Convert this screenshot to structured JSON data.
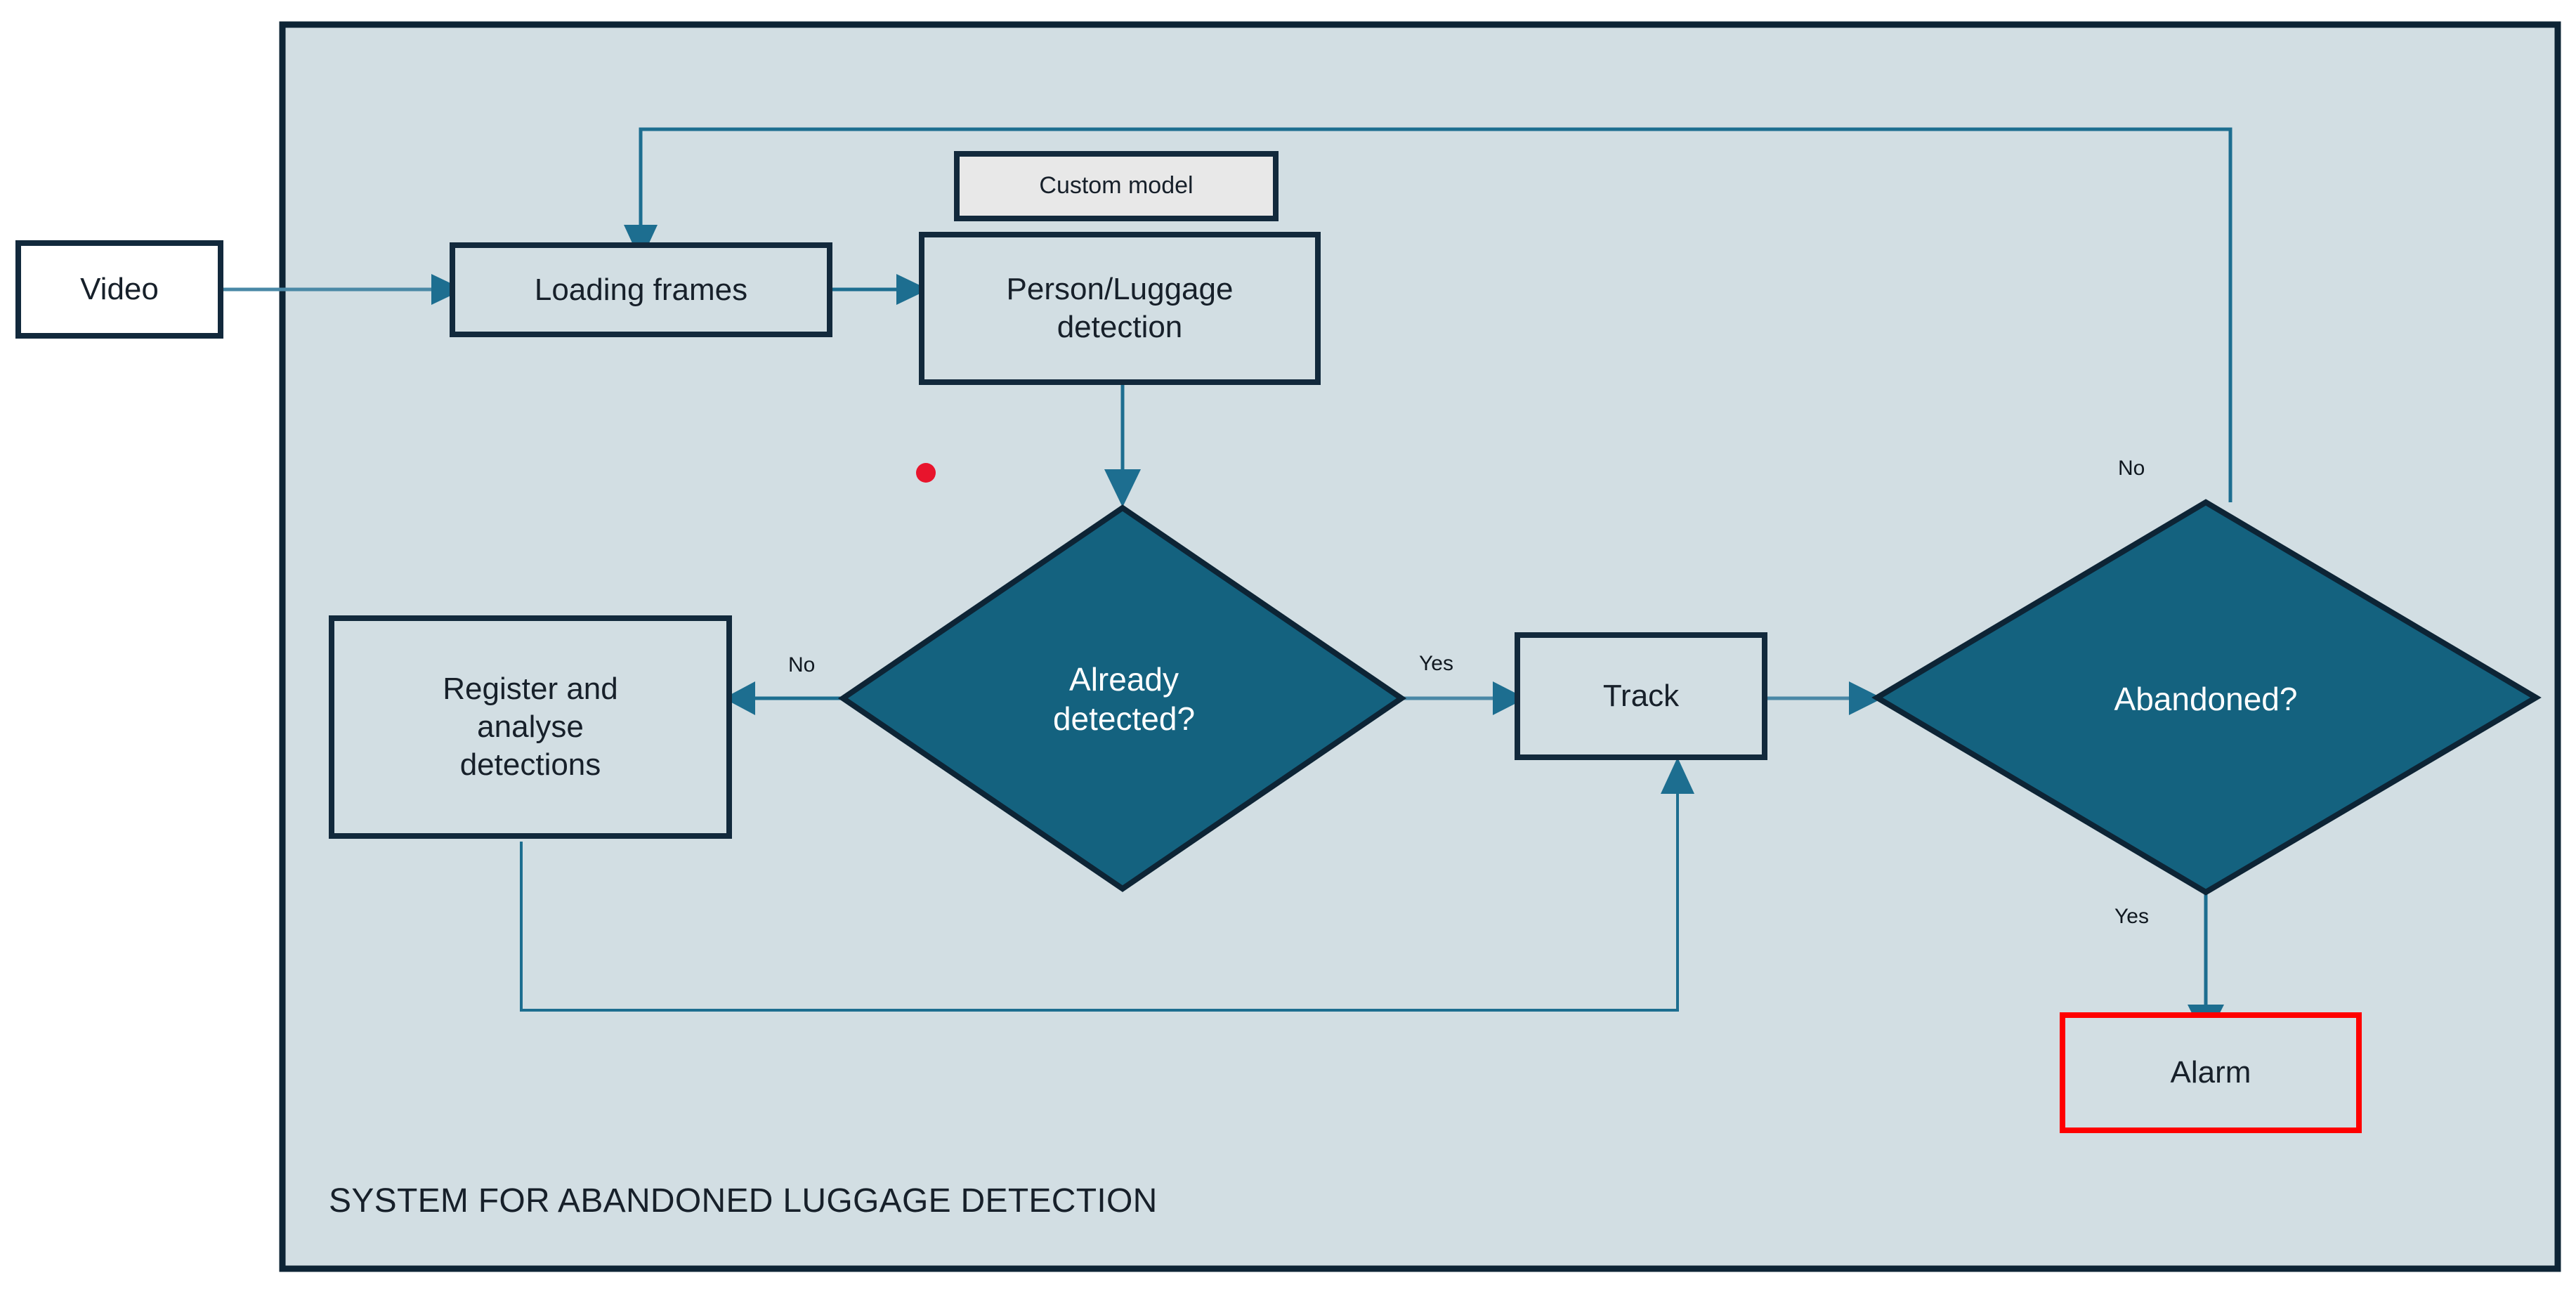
{
  "diagram": {
    "title": "SYSTEM FOR ABANDONED LUGGAGE DETECTION",
    "colors": {
      "container_fill": "#d2dee3",
      "container_border": "#0d2435",
      "node_border": "#12293c",
      "decision_fill": "#14627f",
      "decision_text": "#ffffff",
      "arrow": "#1d6e90",
      "alarm_border": "#ff0000",
      "marker_dot": "#e8142c",
      "annotation_fill": "#e8e8e8",
      "external_fill": "#ffffff"
    },
    "nodes": {
      "video": {
        "label": "Video",
        "shape": "rectangle"
      },
      "loading_frames": {
        "label": "Loading frames",
        "shape": "rectangle"
      },
      "custom_model": {
        "label": "Custom model",
        "shape": "annotation"
      },
      "person_luggage_detection": {
        "label_line1": "Person/Luggage",
        "label_line2": "detection",
        "shape": "rectangle"
      },
      "already_detected": {
        "label_line1": "Already",
        "label_line2": "detected?",
        "shape": "diamond"
      },
      "register_analyse": {
        "label_line1": "Register and",
        "label_line2": "analyse",
        "label_line3": "detections",
        "shape": "rectangle"
      },
      "track": {
        "label": "Track",
        "shape": "rectangle"
      },
      "abandoned": {
        "label": "Abandoned?",
        "shape": "diamond"
      },
      "alarm": {
        "label": "Alarm",
        "shape": "rectangle"
      }
    },
    "edge_labels": {
      "already_detected_no": "No",
      "already_detected_yes": "Yes",
      "abandoned_no": "No",
      "abandoned_yes": "Yes"
    }
  }
}
